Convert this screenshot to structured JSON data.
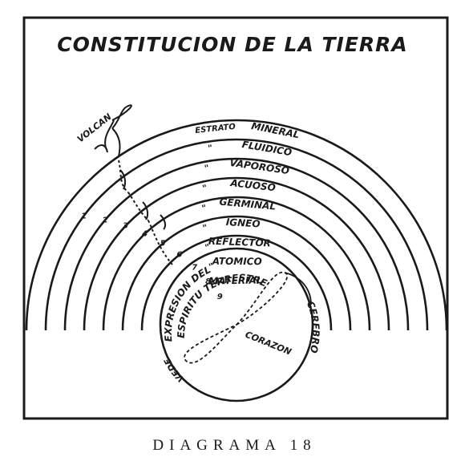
{
  "title": "CONSTITUCION DE LA TIERRA",
  "caption": "DIAGRAMA 18",
  "volcano_label": "VOLCAN",
  "strata": [
    {
      "number": "",
      "ditto": "ESTRATO",
      "name": "MINERAL"
    },
    {
      "number": "1",
      "ditto": "\"",
      "name": "FLUIDICO"
    },
    {
      "number": "2",
      "ditto": "\"",
      "name": "VAPOROSO"
    },
    {
      "number": "3",
      "ditto": "\"",
      "name": "ACUOSO"
    },
    {
      "number": "4",
      "ditto": "\"",
      "name": "GERMINAL"
    },
    {
      "number": "5",
      "ditto": "\"",
      "name": "IGNEO"
    },
    {
      "number": "6",
      "ditto": "\"",
      "name": "REFLECTOR"
    },
    {
      "number": "7",
      "ditto": "\"",
      "name": "ATOMICO"
    },
    {
      "number": "8",
      "ditto": "\"",
      "name": "MATERIAL"
    },
    {
      "number": "9",
      "ditto": "",
      "name": ""
    }
  ],
  "core": {
    "left_line1": "EXPRESION DEL",
    "left_line2": "ESPIRITU TERRESTRE",
    "heart": "CORAZON",
    "brain": "CEREBRO",
    "bottom_left": "VEDE"
  }
}
